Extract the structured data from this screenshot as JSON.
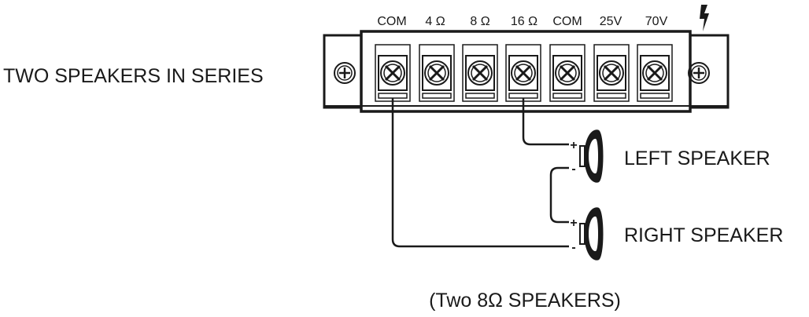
{
  "diagram": {
    "title": "TWO SPEAKERS IN SERIES",
    "terminals": [
      "COM",
      "4 Ω",
      "8 Ω",
      "16 Ω",
      "COM",
      "25V",
      "70V"
    ],
    "ground_icon": "lightning-icon",
    "speakers": [
      {
        "label": "LEFT SPEAKER",
        "plus": "+",
        "minus": "-"
      },
      {
        "label": "RIGHT SPEAKER",
        "plus": "+",
        "minus": "-"
      }
    ],
    "caption": "(Two 8Ω  SPEAKERS)"
  },
  "colors": {
    "line": "#1a1a1a",
    "background": "#ffffff"
  }
}
